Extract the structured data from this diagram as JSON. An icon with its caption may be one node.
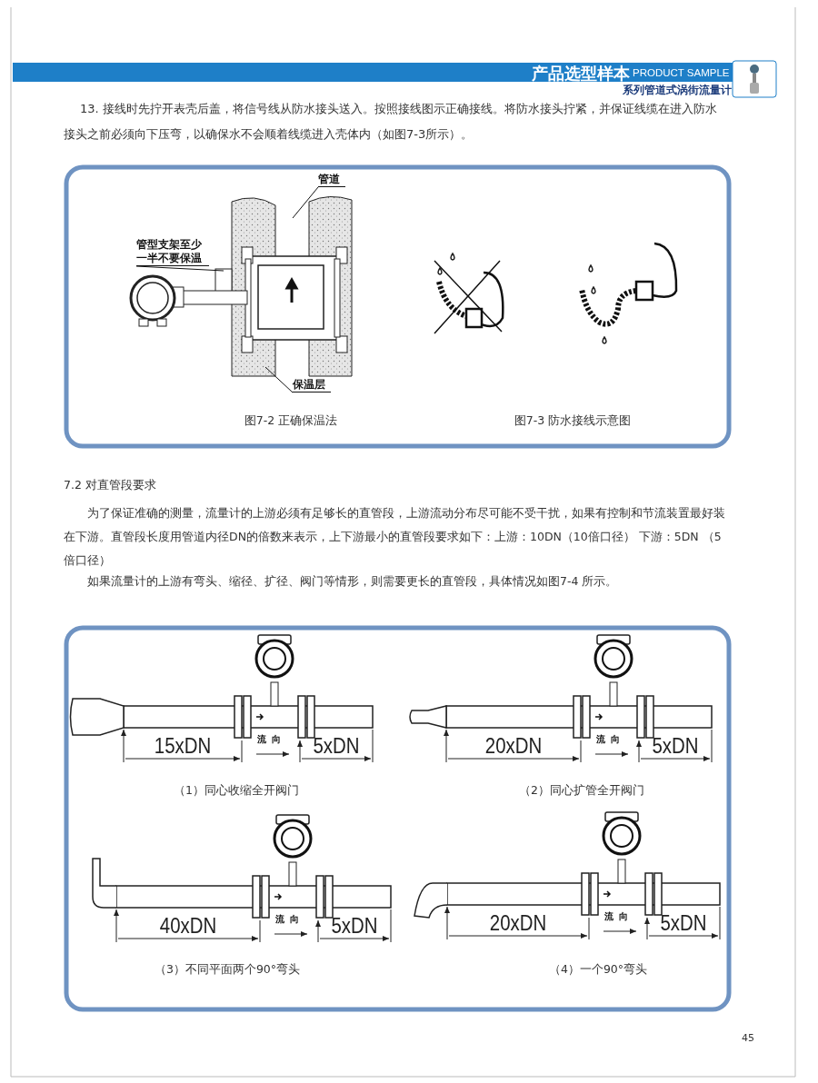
{
  "diagram": {
    "nodes": [
      {
        "text": [
          "管道"
        ]
      },
      {
        "text": [
          "管型支架至少一半不要保温"
        ]
      },
      {
        "text": [
          "保温层"
        ]
      }
    ],
    "edges": [
      {
        "from": 0,
        "to": null,
        "arrow": "none"
      },
      {
        "from": 1,
        "to": null,
        "arrow": "none"
      },
      {
        "from": 2,
        "to": null,
        "arrow": "none"
      }
    ],
    "labels": [
      "产品选型样本",
      "PRODUCT SAMPLE",
      "系列管道式涡街流量计",
      "13. 接线时先拧开表壳后盖，将信号线从防水接头送入。按照接线图示正确接线。将防水接头拧紧，并保证线缆在进入防水接头之前必须向下压弯，以确保水不会顺着线缆进入壳体内（如图7-3所示）。",
      "图7-2 正确保温法",
      "图7-3 防水接线示意图",
      "7.2 对直管段要求",
      "为了保证准确的测量，流量计的上游必须有足够长的直管段，上游流动分布尽可能不受干扰，如果有控制和节流装置最好装在下游。直管段长度用管道内径DN的倍数来表示，上下游最小的直管段要求如下：上游：10DN（10倍口径） 下游：5DN （5倍口径）",
      "如果流量计的上游有弯头、缩径、扩径、阀门等情形，则需要更长的直管段，具体情况如图7-4 所示。",
      "15xDN",
      "流向",
      "5xDN",
      "（1）同心收缩全开阀门",
      "20xDN",
      "流向",
      "5xDN",
      "（2）同心扩管全开阀门",
      "40xDN",
      "流向",
      "5xDN",
      "（3）不同平面两个90°弯头",
      "20xDN",
      "流向",
      "5xDN",
      "（4）一个90°弯头",
      "45"
    ]
  }
}
